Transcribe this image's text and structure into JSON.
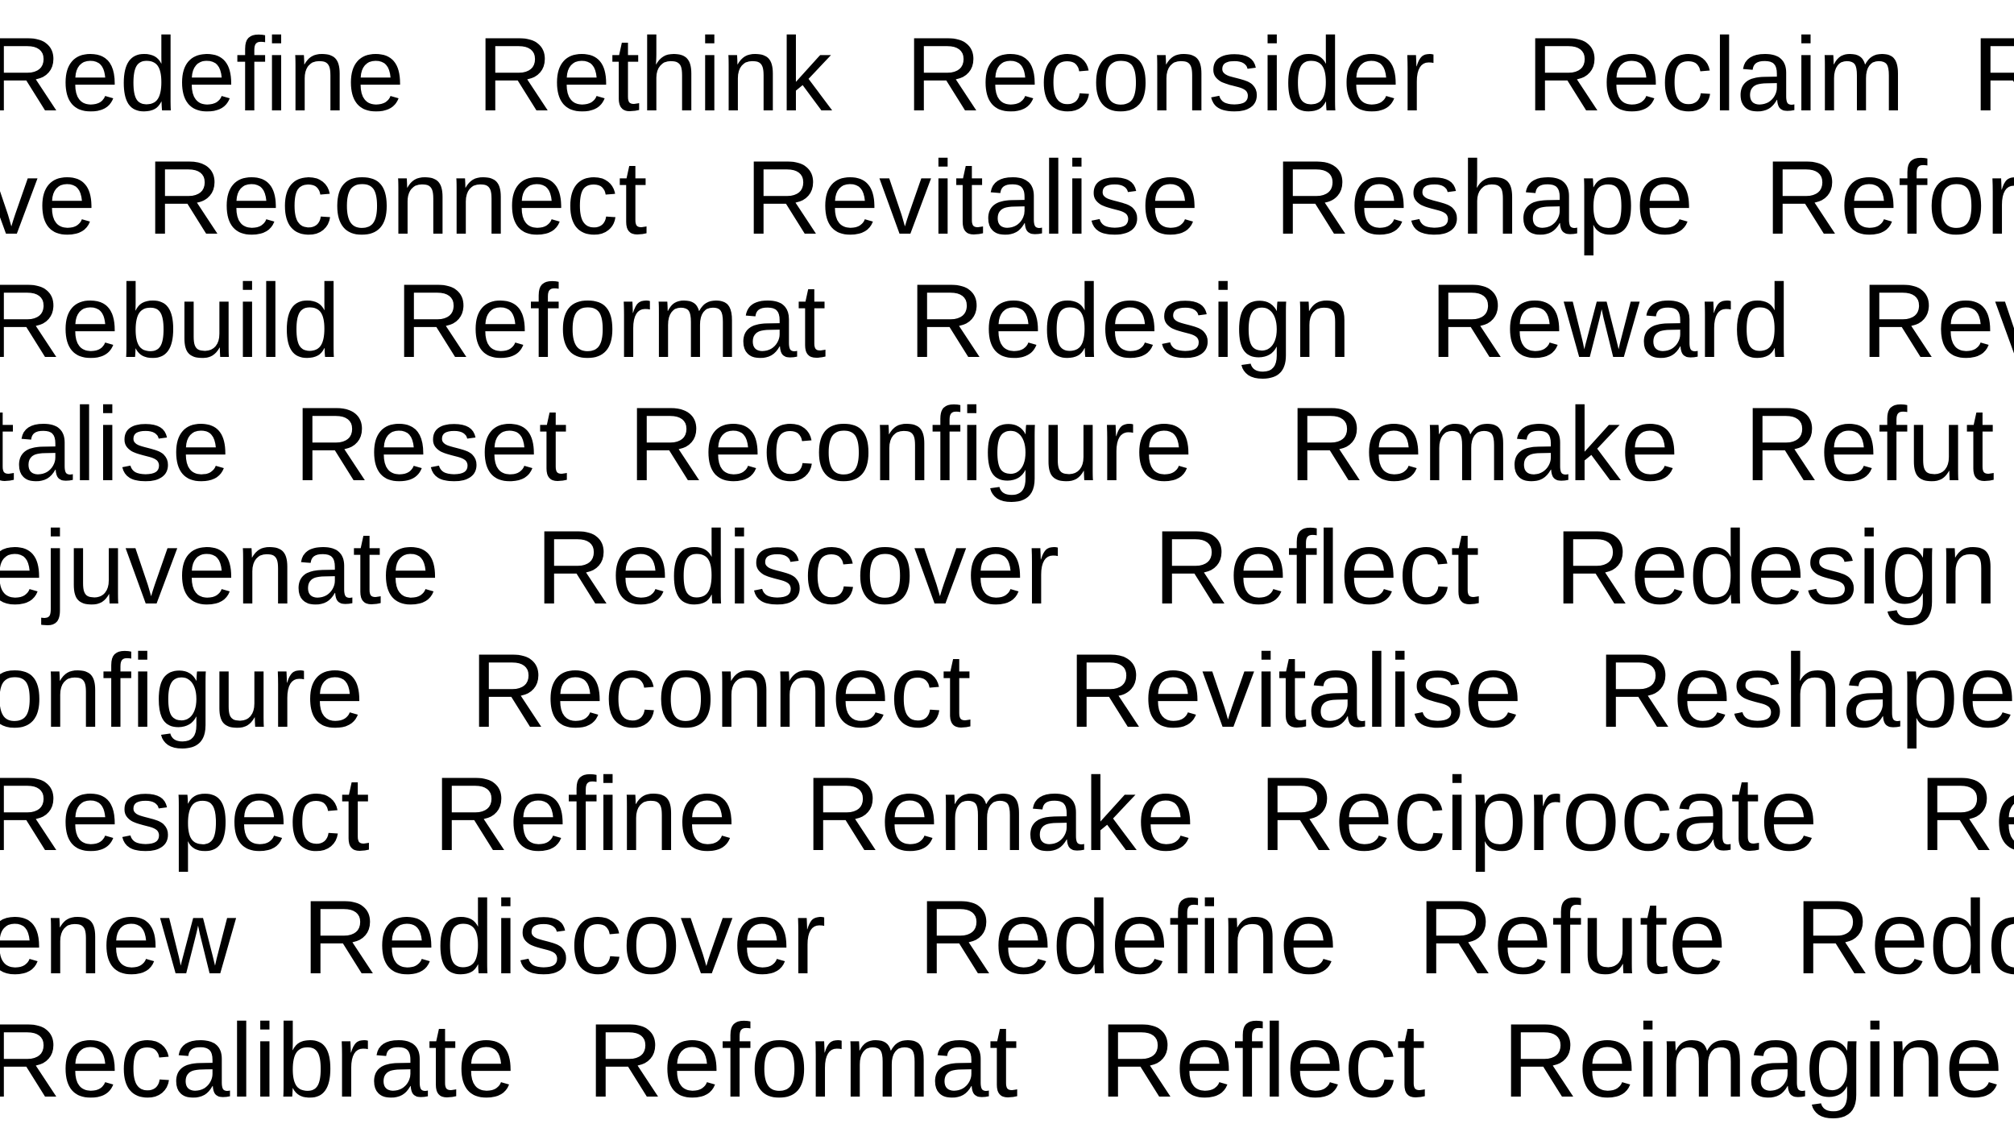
{
  "colors": {
    "background": "#ffffff",
    "text": "#000000"
  },
  "rows": [
    [
      "Redefine",
      "Rethink",
      "Reconsider",
      "Reclaim",
      "R"
    ],
    [
      "ve",
      "Reconnect",
      "Revitalise",
      "Reshape",
      "Refor"
    ],
    [
      "Rebuild",
      "Reformat",
      "Redesign",
      "Reward",
      "Rev"
    ],
    [
      "talise",
      "Reset",
      "Reconfigure",
      "Remake",
      "Refut"
    ],
    [
      "ejuvenate",
      "Rediscover",
      "Reflect",
      "Redesign"
    ],
    [
      "onfigure",
      "Reconnect",
      "Revitalise",
      "Reshape"
    ],
    [
      "Respect",
      "Refine",
      "Remake",
      "Reciprocate",
      "Re"
    ],
    [
      "enew",
      "Rediscover",
      "Redefine",
      "Refute",
      "Redo"
    ],
    [
      "Recalibrate",
      "Reformat",
      "Reflect",
      "Reimagine"
    ]
  ]
}
